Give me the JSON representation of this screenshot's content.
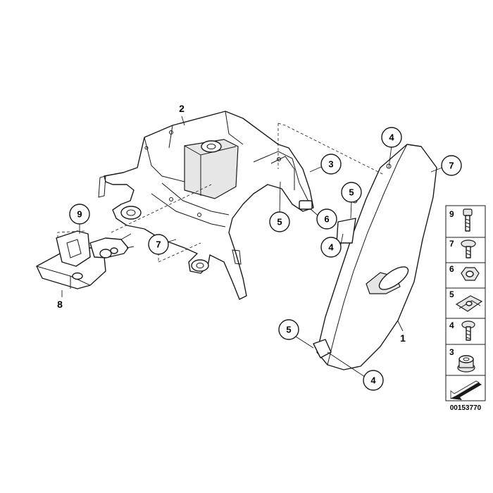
{
  "diagram": {
    "reference_number": "00153770",
    "callouts": [
      {
        "id": "c2",
        "label": "2"
      },
      {
        "id": "c3",
        "label": "3"
      },
      {
        "id": "c4a",
        "label": "4"
      },
      {
        "id": "c7a",
        "label": "7"
      },
      {
        "id": "c5a",
        "label": "5"
      },
      {
        "id": "c6",
        "label": "6"
      },
      {
        "id": "c5b",
        "label": "5"
      },
      {
        "id": "c9",
        "label": "9"
      },
      {
        "id": "c7b",
        "label": "7"
      },
      {
        "id": "c4b",
        "label": "4"
      },
      {
        "id": "c8",
        "label": "8"
      },
      {
        "id": "c1",
        "label": "1"
      },
      {
        "id": "c5c",
        "label": "5"
      },
      {
        "id": "c4c",
        "label": "4"
      }
    ],
    "legend": [
      {
        "label": "9",
        "icon": "bolt-long-icon"
      },
      {
        "label": "7",
        "icon": "screw-icon"
      },
      {
        "label": "6",
        "icon": "hex-nut-icon"
      },
      {
        "label": "5",
        "icon": "clip-nut-icon"
      },
      {
        "label": "4",
        "icon": "bolt-short-icon"
      },
      {
        "label": "3",
        "icon": "grommet-icon"
      },
      {
        "label": "",
        "icon": "direction-arrow-icon"
      }
    ]
  }
}
